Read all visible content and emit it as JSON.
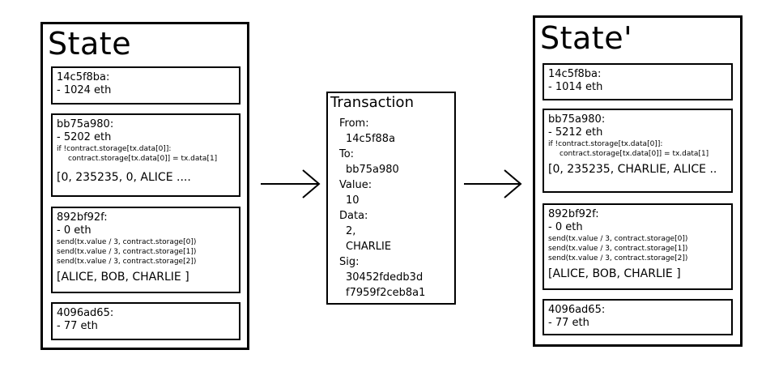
{
  "left_state": {
    "title": "State",
    "accounts": [
      {
        "address": "14c5f8ba:",
        "balance": "- 1024 eth"
      },
      {
        "address": "bb75a980:",
        "balance": "- 5202 eth",
        "code": [
          "if !contract.storage[tx.data[0]]:",
          "contract.storage[tx.data[0]] = tx.data[1]"
        ],
        "storage": "[0, 235235, 0, ALICE ...."
      },
      {
        "address": "892bf92f:",
        "balance": "- 0 eth",
        "code": [
          "send(tx.value / 3, contract.storage[0])",
          "send(tx.value / 3, contract.storage[1])",
          "send(tx.value / 3, contract.storage[2])"
        ],
        "storage": "[ALICE, BOB, CHARLIE ]"
      },
      {
        "address": "4096ad65:",
        "balance": "- 77 eth"
      }
    ]
  },
  "transaction": {
    "title": "Transaction",
    "from_label": "From:",
    "from_value": "14c5f88a",
    "to_label": "To:",
    "to_value": "bb75a980",
    "value_label": "Value:",
    "value_value": "10",
    "data_label": "Data:",
    "data_values": [
      "2,",
      "CHARLIE"
    ],
    "sig_label": "Sig:",
    "sig_values": [
      "30452fdedb3d",
      "f7959f2ceb8a1"
    ]
  },
  "right_state": {
    "title": "State'",
    "accounts": [
      {
        "address": "14c5f8ba:",
        "balance": "- 1014 eth"
      },
      {
        "address": "bb75a980:",
        "balance": "- 5212 eth",
        "code": [
          "if !contract.storage[tx.data[0]]:",
          "contract.storage[tx.data[0]] = tx.data[1]"
        ],
        "storage": "[0, 235235, CHARLIE, ALICE .."
      },
      {
        "address": "892bf92f:",
        "balance": "- 0 eth",
        "code": [
          "send(tx.value / 3, contract.storage[0])",
          "send(tx.value / 3, contract.storage[1])",
          "send(tx.value / 3, contract.storage[2])"
        ],
        "storage": "[ALICE, BOB, CHARLIE ]"
      },
      {
        "address": "4096ad65:",
        "balance": "- 77 eth"
      }
    ]
  }
}
